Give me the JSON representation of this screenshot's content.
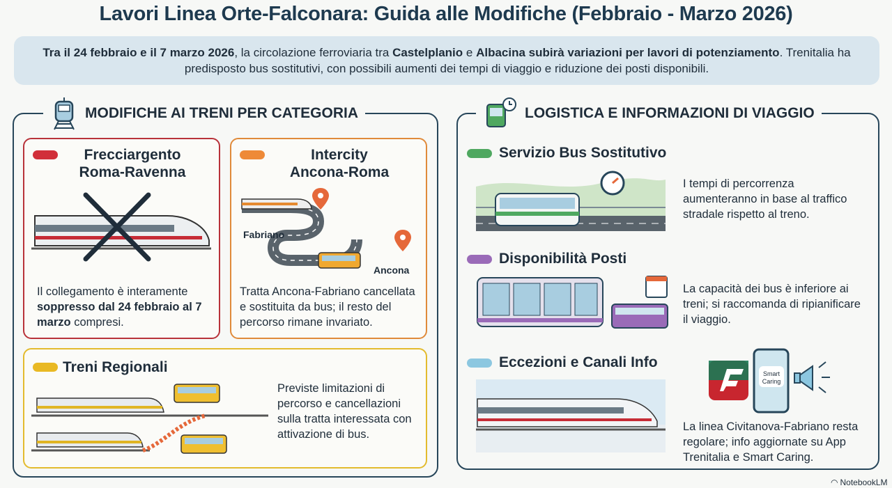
{
  "title": "Lavori Linea Orte-Falconara: Guida alle Modifiche (Febbraio - Marzo 2026)",
  "intro": {
    "b1": "Tra il 24 febbraio e il 7 marzo 2026",
    "t1": ", la circolazione ferroviaria tra ",
    "b2": "Castelplanio",
    "t2": " e ",
    "b3": "Albacina subirà variazioni per lavori di potenziamento",
    "t3": ". Trenitalia ha predisposto bus sostitutivi, con possibili aumenti dei tempi di viaggio e riduzione dei posti disponibili."
  },
  "left": {
    "heading": "MODIFICHE AI TRENI PER CATEGORIA",
    "frecciargento": {
      "title1": "Frecciargento",
      "title2": "Roma-Ravenna",
      "t1": "Il collegamento è interamente ",
      "b1": "soppresso dal 24 febbraio al 7 marzo",
      "t2": " compresi.",
      "color": "#c0303a"
    },
    "intercity": {
      "title1": "Intercity",
      "title2": "Ancona-Roma",
      "label_from": "Fabriano",
      "label_to": "Ancona",
      "text": "Tratta Ancona-Fabriano cancellata e sostituita da bus; il resto del percorso rimane invariato.",
      "color": "#e5893a"
    },
    "regionali": {
      "title": "Treni Regionali",
      "text": "Previste limitazioni di percorso e cancellazioni sulla tratta interessata con attivazione di bus.",
      "color": "#e3bb2e"
    }
  },
  "right": {
    "heading": "LOGISTICA E INFORMAZIONI DI VIAGGIO",
    "bus": {
      "title": "Servizio Bus Sostitutivo",
      "text": "I tempi di percorrenza aumenteranno in base al traffico stradale rispetto al treno.",
      "color": "#4fa860"
    },
    "posti": {
      "title": "Disponibilità Posti",
      "text": "La capacità dei bus è inferiore ai treni; si raccomanda di ripianificare il viaggio.",
      "color": "#9a6bb8"
    },
    "info": {
      "title": "Eccezioni e Canali Info",
      "phone_label1": "Smart",
      "phone_label2": "Caring",
      "text": "La linea Civitanova-Fabriano resta regolare; info aggiornate su App Trenitalia e Smart Caring.",
      "color": "#8cc7e0"
    }
  },
  "footer": {
    "brand": "NotebookLM"
  }
}
